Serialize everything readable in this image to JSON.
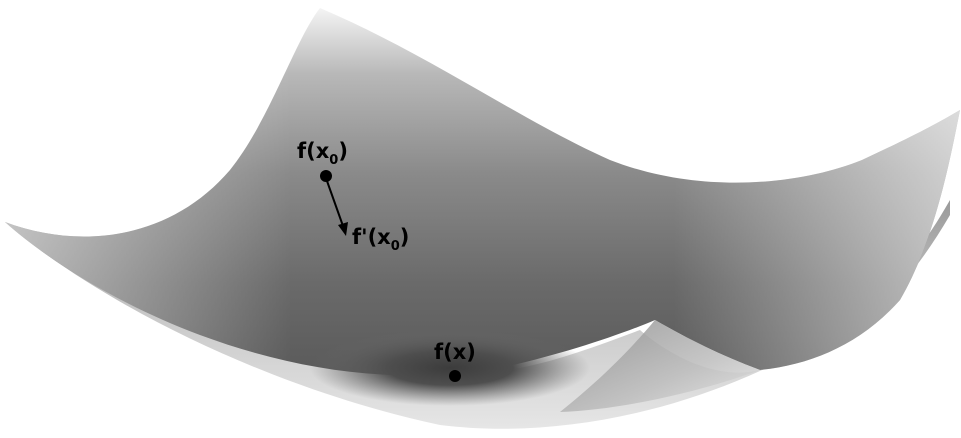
{
  "labels": {
    "start_point": {
      "main": "f(x",
      "sub": "0",
      "close": ")"
    },
    "derivative": {
      "main": "f'(x",
      "sub": "0",
      "close": ")"
    },
    "minimum": {
      "main": "f(x)"
    }
  },
  "colors": {
    "background": "#ffffff",
    "surface_light": "#f2f2f2",
    "surface_dark": "#4a4a4a",
    "marker": "#000000"
  }
}
